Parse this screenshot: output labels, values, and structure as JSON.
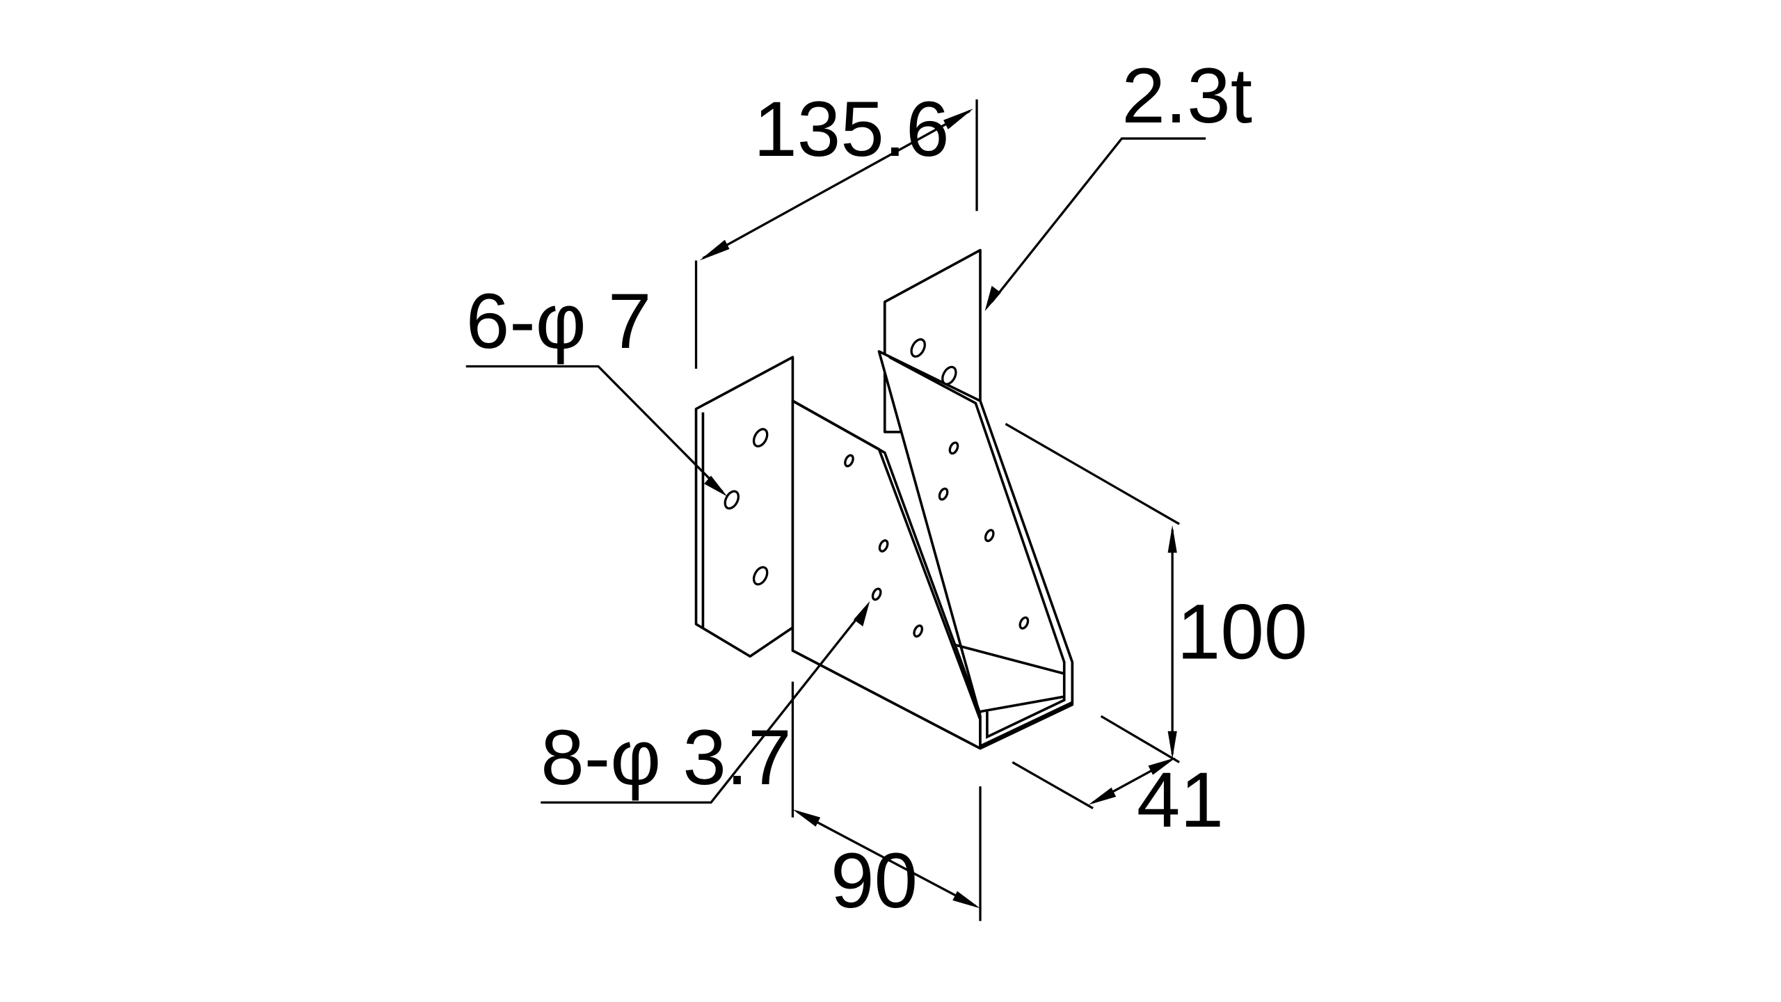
{
  "drawing": {
    "dimensions": {
      "overall_width": "135.6",
      "thickness": "2.3t",
      "large_holes": "6-φ 7",
      "small_holes": "8-φ 3.7",
      "height": "100",
      "depth": "41",
      "inner_width": "90"
    },
    "stroke_color": "#000000",
    "background_color": "#ffffff"
  }
}
